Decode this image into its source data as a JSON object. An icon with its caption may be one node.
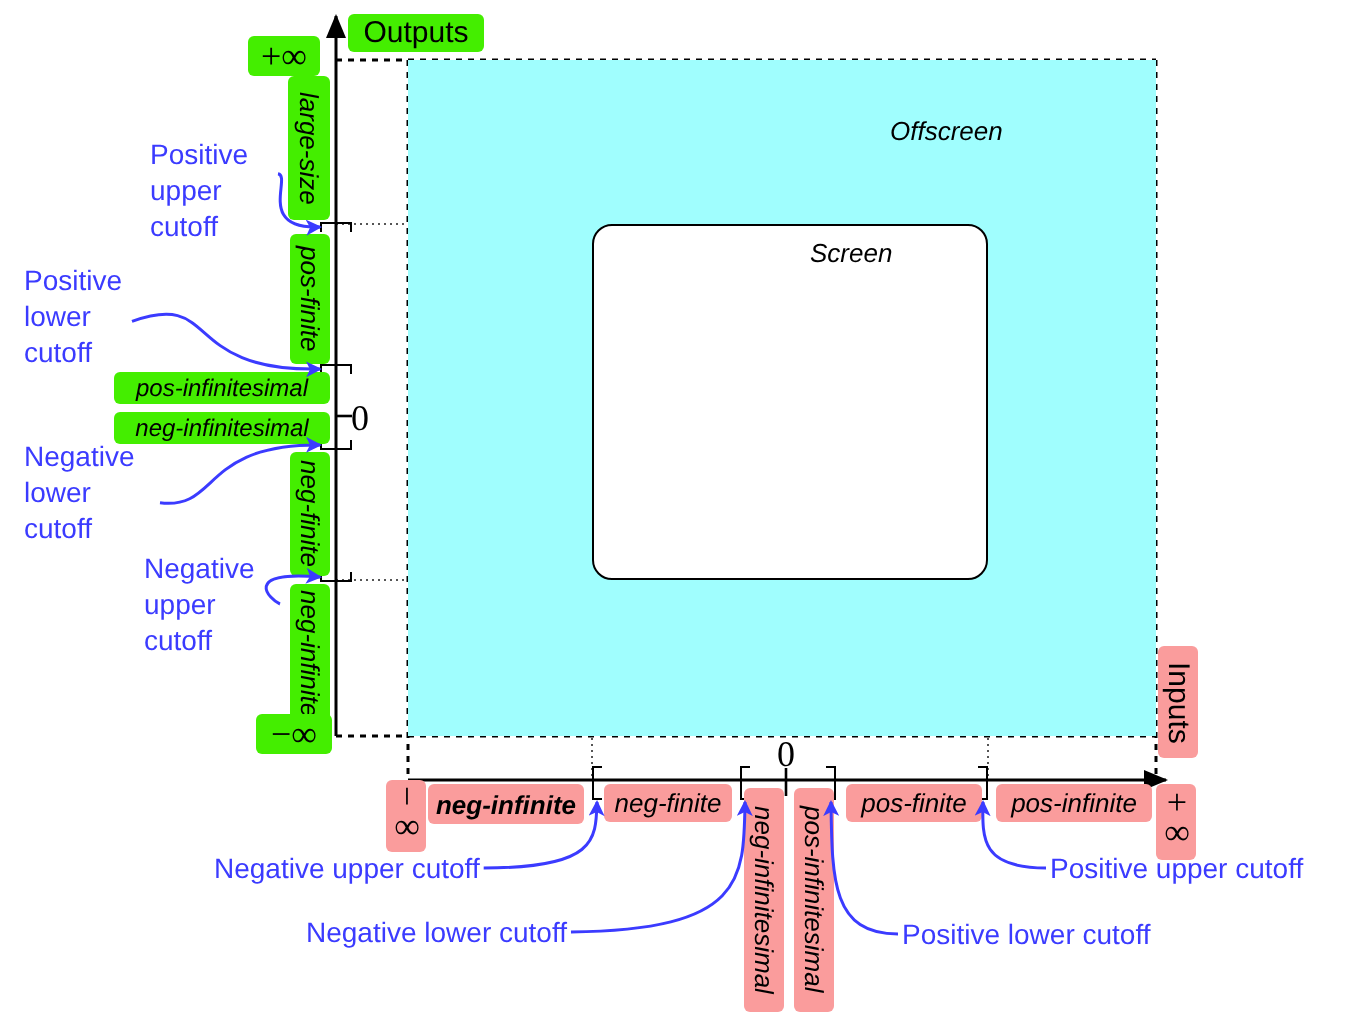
{
  "diagram": {
    "nodes": [
      {
        "text": [
          "Offscreen"
        ]
      },
      {
        "text": [
          "Screen"
        ],
        "in": 0
      },
      {
        "text": [
          "Positive upper cutoff"
        ]
      },
      {
        "text": [
          "Positive lower cutoff"
        ]
      },
      {
        "text": [
          "Negative lower cutoff"
        ]
      },
      {
        "text": [
          "Negative upper cutoff"
        ]
      },
      {
        "text": [
          "Negative upper cutoff"
        ]
      },
      {
        "text": [
          "Negative lower cutoff"
        ]
      },
      {
        "text": [
          "Positive lower cutoff"
        ]
      },
      {
        "text": [
          "Positive upper cutoff"
        ]
      },
      {
        "text": [],
        "shape": "bracket"
      },
      {
        "text": [],
        "shape": "bracket"
      },
      {
        "text": [],
        "shape": "bracket"
      },
      {
        "text": [],
        "shape": "bracket"
      },
      {
        "text": [],
        "shape": "bracket"
      },
      {
        "text": [],
        "shape": "bracket"
      },
      {
        "text": [],
        "shape": "bracket"
      },
      {
        "text": [],
        "shape": "bracket"
      }
    ],
    "edges": [
      {
        "from": 2,
        "to": 10,
        "arrow": "to"
      },
      {
        "from": 3,
        "to": 11,
        "arrow": "to"
      },
      {
        "from": 4,
        "to": 12,
        "arrow": "to"
      },
      {
        "from": 5,
        "to": 13,
        "arrow": "to"
      },
      {
        "from": 6,
        "to": 14,
        "arrow": "to"
      },
      {
        "from": 7,
        "to": 15,
        "arrow": "to"
      },
      {
        "from": 8,
        "to": 16,
        "arrow": "to"
      },
      {
        "from": 9,
        "to": 17,
        "arrow": "to"
      }
    ],
    "labels": [
      "Outputs",
      "+∞",
      "large-size",
      "pos-finite",
      "pos-infinitesimal",
      "neg-infinitesimal",
      "0",
      "neg-finite",
      "neg-infinite",
      "−∞",
      "Inputs",
      "0",
      "−∞",
      "neg-infinite",
      "neg-finite",
      "neg-infinitesimal",
      "pos-infinitesimal",
      "pos-finite",
      "pos-infinite",
      "+∞"
    ]
  }
}
